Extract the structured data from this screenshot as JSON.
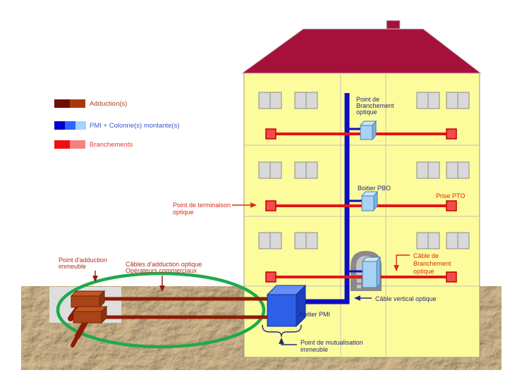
{
  "legend": {
    "items": [
      {
        "label": "Adduction(s)",
        "swatch_colors": [
          "#6E1000",
          "#A53A10"
        ],
        "text_color": "#A5401E"
      },
      {
        "label": "PMI + Colonne(s) montante(s)",
        "swatch_colors": [
          "#0000CC",
          "#2E64FF",
          "#A4D2FF"
        ],
        "text_color": "#3A57D0"
      },
      {
        "label": "Branchements",
        "swatch_colors": [
          "#EE1010",
          "#F58080"
        ],
        "text_color": "#E04038"
      }
    ]
  },
  "labels": {
    "point_branchement": {
      "line1": "Point de",
      "line2": "Branchement",
      "line3": "optique"
    },
    "boitier_pbo": "Boitier PBO",
    "prise_pto": "Prise PTO",
    "point_terminaison": {
      "line1": "Point de terminaison",
      "line2": "optique"
    },
    "cable_branchement": {
      "line1": "Câble de",
      "line2": "Branchement",
      "line3": "optique"
    },
    "cable_vertical": "Câble vertical optique",
    "boitier_pmi": "Boitier PMI",
    "point_mutualisation": {
      "line1": "Point de mutualisation",
      "line2": "immeuble"
    },
    "point_adduction": {
      "line1": "Point d'adduction",
      "line2": "immeuble"
    },
    "cables_adduction": {
      "line1": "Câbles d'adduction optique",
      "line2": "Opérateurs commerciaux"
    }
  },
  "colors": {
    "roof": "#A6113C",
    "facade": "#FCFC9C",
    "riser_blue": "#0D0DC4",
    "branch_red": "#E41414",
    "adduction_dark_red": "#8F1A05",
    "highlight_green": "#1FA94F",
    "soil": "#C9A876",
    "window_gray": "#D9D9D9",
    "pbo_light_blue": "#A8D2F4",
    "pmi_blue": "#2E5FE8"
  }
}
